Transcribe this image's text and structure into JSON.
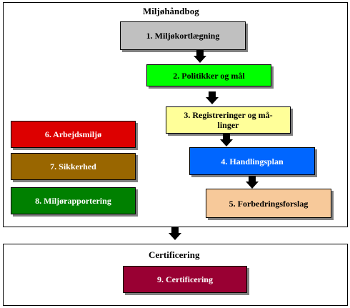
{
  "handbook": {
    "title": "Miljøhåndbog",
    "steps": [
      {
        "label": "1. Miljøkortlægning",
        "color": "#c0c0c0",
        "text_color": "#000000"
      },
      {
        "label": "2. Politikker og mål",
        "color": "#00ff00",
        "text_color": "#000000"
      },
      {
        "label": "3. Registreringer og må-linger",
        "color": "#ffff99",
        "text_color": "#000000"
      },
      {
        "label": "4. Handlingsplan",
        "color": "#0066ff",
        "text_color": "#ffffff"
      },
      {
        "label": "5. Forbedringsforslag",
        "color": "#f7c99a",
        "text_color": "#000000"
      }
    ],
    "side_items": [
      {
        "label": "6. Arbejdsmiljø",
        "color": "#dd0000",
        "text_color": "#ffffff"
      },
      {
        "label": "7. Sikkerhed",
        "color": "#996600",
        "text_color": "#ffffff"
      },
      {
        "label": "8. Miljørapportering",
        "color": "#008000",
        "text_color": "#ffffff"
      }
    ]
  },
  "certification": {
    "title": "Certificering",
    "item": {
      "label": "9. Certificering",
      "color": "#990033",
      "text_color": "#ffffff"
    }
  }
}
